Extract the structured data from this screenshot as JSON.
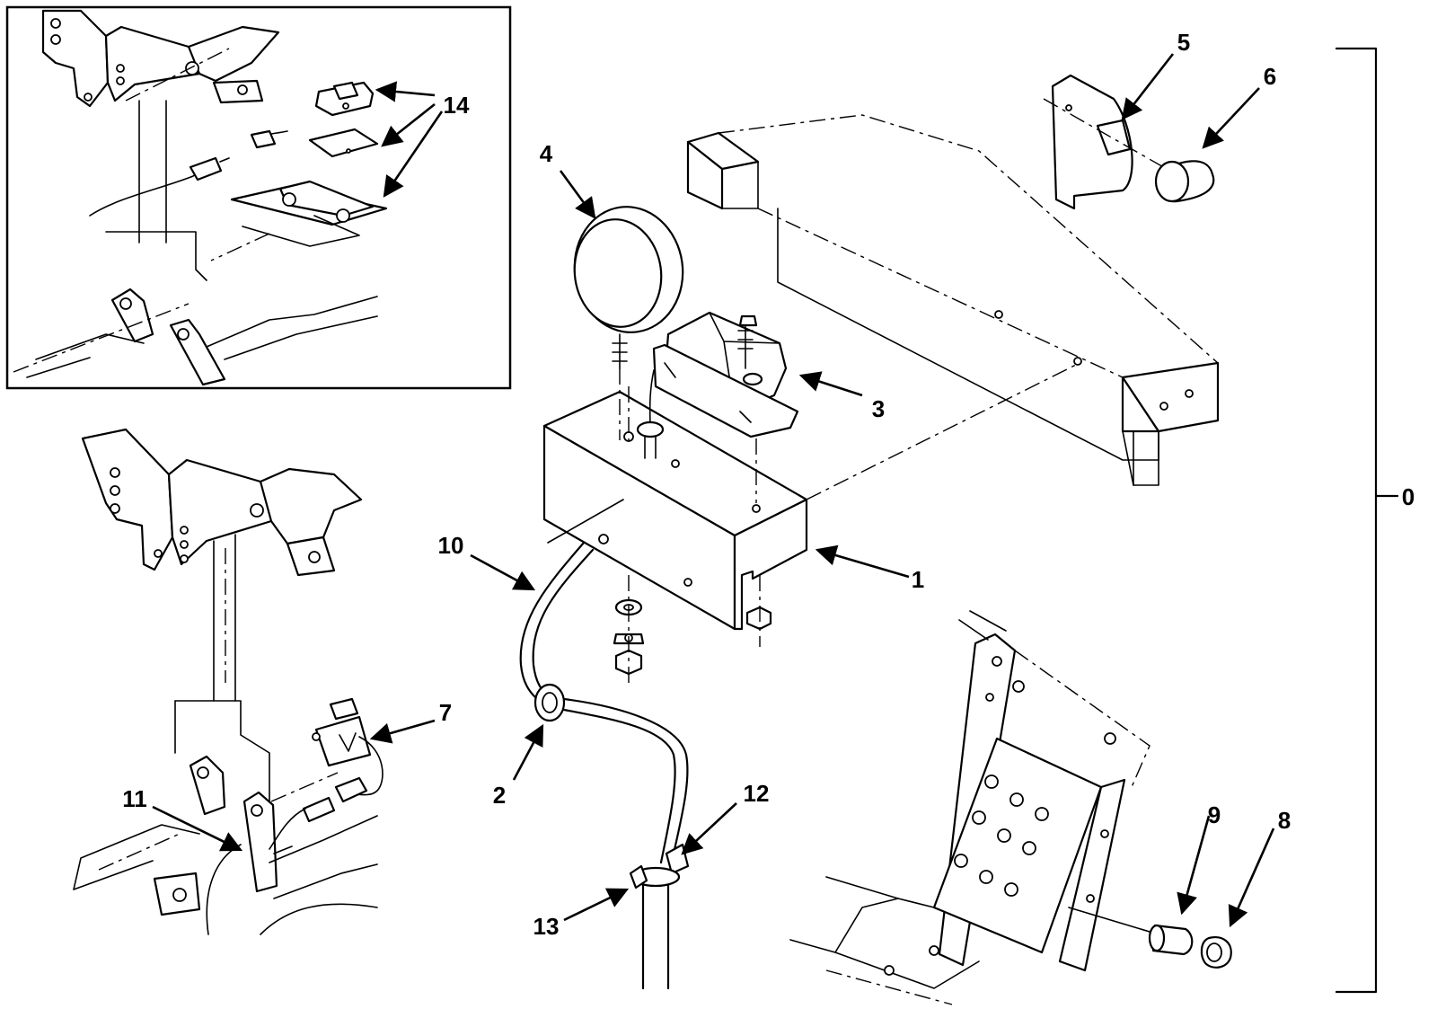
{
  "callouts": [
    {
      "id": "0",
      "text": "0"
    },
    {
      "id": "1",
      "text": "1"
    },
    {
      "id": "2",
      "text": "2"
    },
    {
      "id": "3",
      "text": "3"
    },
    {
      "id": "4",
      "text": "4"
    },
    {
      "id": "5",
      "text": "5"
    },
    {
      "id": "6",
      "text": "6"
    },
    {
      "id": "7",
      "text": "7"
    },
    {
      "id": "8",
      "text": "8"
    },
    {
      "id": "9",
      "text": "9"
    },
    {
      "id": "10",
      "text": "10"
    },
    {
      "id": "11",
      "text": "11"
    },
    {
      "id": "12",
      "text": "12"
    },
    {
      "id": "13",
      "text": "13"
    },
    {
      "id": "14",
      "text": "14"
    }
  ]
}
